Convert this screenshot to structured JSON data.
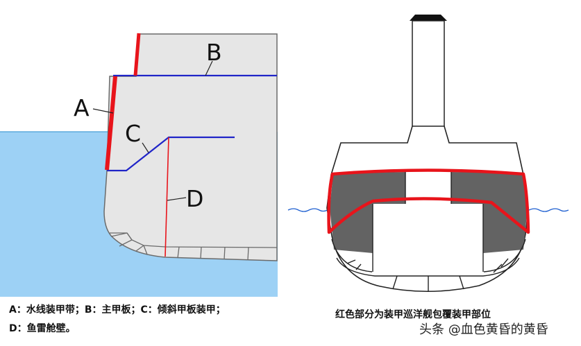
{
  "left_diagram": {
    "labels": {
      "a": "A",
      "b": "B",
      "c": "C",
      "d": "D"
    }
  },
  "captions": {
    "left_line1": "A：水线装甲带；B：主甲板；C：倾斜甲板装甲；",
    "left_line2": "D：鱼雷舱壁。",
    "right": "红色部分为装甲巡洋舰包覆装甲部位"
  },
  "watermark": "头条 @血色黄昏的黄昏",
  "colors": {
    "water": "#9dd1f5",
    "hull_fill": "#e6e6e6",
    "armor_red": "#e8141b",
    "deck_blue": "#1f24c8",
    "dark_compartment": "#636363"
  }
}
